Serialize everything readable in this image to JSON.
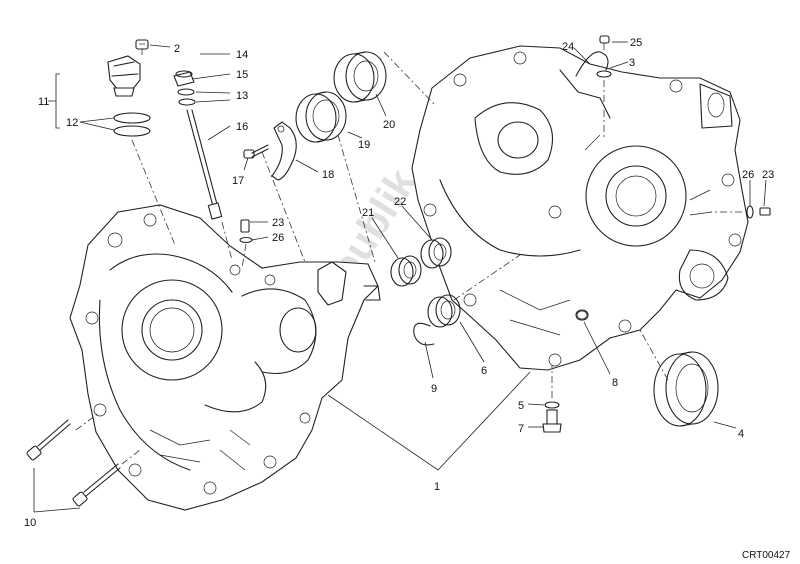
{
  "diagram": {
    "watermark": "PartsRepublik",
    "drawing_code": "CRT00427",
    "callouts": [
      "1",
      "2",
      "3",
      "4",
      "5",
      "6",
      "7",
      "8",
      "9",
      "10",
      "11",
      "12",
      "13",
      "14",
      "15",
      "16",
      "17",
      "18",
      "19",
      "20",
      "21",
      "22",
      "23",
      "23",
      "24",
      "25",
      "26",
      "26"
    ]
  }
}
